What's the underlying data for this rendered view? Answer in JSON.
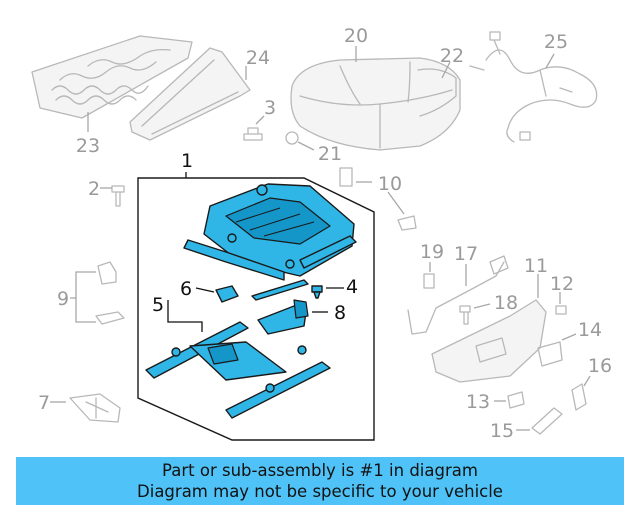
{
  "callouts": {
    "c1": "1",
    "c2": "2",
    "c3": "3",
    "c4": "4",
    "c5": "5",
    "c6": "6",
    "c7": "7",
    "c8": "8",
    "c9": "9",
    "c10": "10",
    "c11": "11",
    "c12": "12",
    "c13": "13",
    "c14": "14",
    "c15": "15",
    "c16": "16",
    "c17": "17",
    "c18": "18",
    "c19": "19",
    "c20": "20",
    "c21": "21",
    "c22": "22",
    "c23": "23",
    "c24": "24",
    "c25": "25"
  },
  "banner": {
    "line1": "Part or sub-assembly is #1 in diagram",
    "line2": "Diagram may not be specific to your vehicle"
  },
  "colors": {
    "highlight": "#2fb6e6",
    "banner": "#4fc3f7",
    "faint_line": "#b8b8b8"
  }
}
